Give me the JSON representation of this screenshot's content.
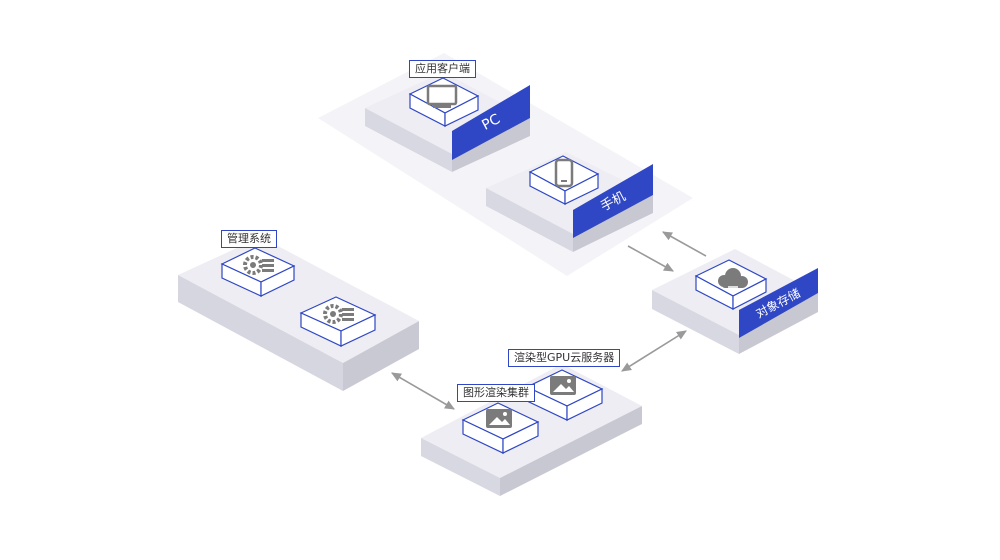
{
  "diagram": {
    "client_group": {
      "title": "应用客户端",
      "pc_label": "PC",
      "mobile_label": "手机",
      "pc_icon": "monitor-icon",
      "mobile_icon": "phone-icon"
    },
    "management": {
      "title": "管理系统",
      "icon": "gear-server-icon"
    },
    "render": {
      "cluster_title": "图形渲染集群",
      "gpu_title": "渲染型GPU云服务器",
      "icon": "image-icon"
    },
    "storage": {
      "label": "对象存储",
      "icon": "cloud-icon"
    },
    "colors": {
      "accent": "#2f47c4",
      "panel_top": "#ededf3",
      "panel_left": "#d6d6e0",
      "panel_right": "#c9c9d4",
      "icon_gray": "#7b7b7b",
      "arrow": "#9a9a9a"
    }
  }
}
